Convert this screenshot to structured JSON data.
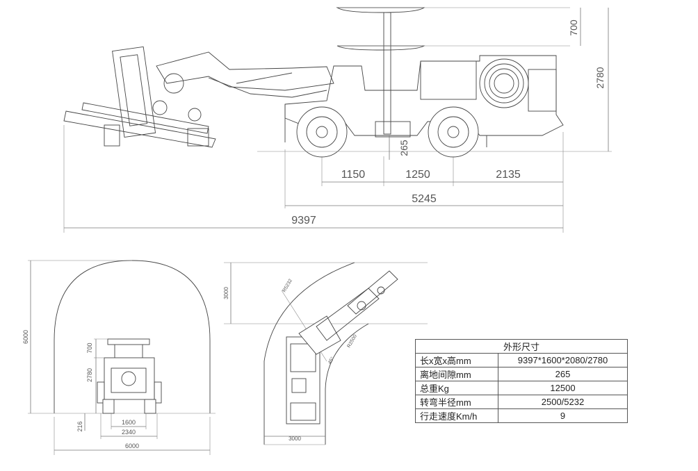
{
  "side_view": {
    "dims": {
      "height_700": "700",
      "height_2780": "2780",
      "clearance_265": "265",
      "seg_1150": "1150",
      "seg_1250": "1250",
      "seg_2135": "2135",
      "len_5245": "5245",
      "len_9397": "9397"
    }
  },
  "front_view": {
    "dims": {
      "h_6000": "6000",
      "h_700": "700",
      "h_2780": "2780",
      "h_216": "216",
      "w_1600": "1600",
      "w_2340": "2340",
      "w_6000": "6000"
    }
  },
  "turn_view": {
    "dims": {
      "h_3000": "3000",
      "r_5232": "R5232",
      "r_2500": "R2500",
      "angle": "45°",
      "w_3000": "3000"
    }
  },
  "spec_table": {
    "title": "外形尺寸",
    "rows": [
      {
        "label": "长x宽x高mm",
        "value": "9397*1600*2080/2780"
      },
      {
        "label": "离地间隙mm",
        "value": "265"
      },
      {
        "label": "总重Kg",
        "value": "12500"
      },
      {
        "label": "转弯半径mm",
        "value": "2500/5232"
      },
      {
        "label": "行走速度Km/h",
        "value": "9"
      }
    ]
  }
}
